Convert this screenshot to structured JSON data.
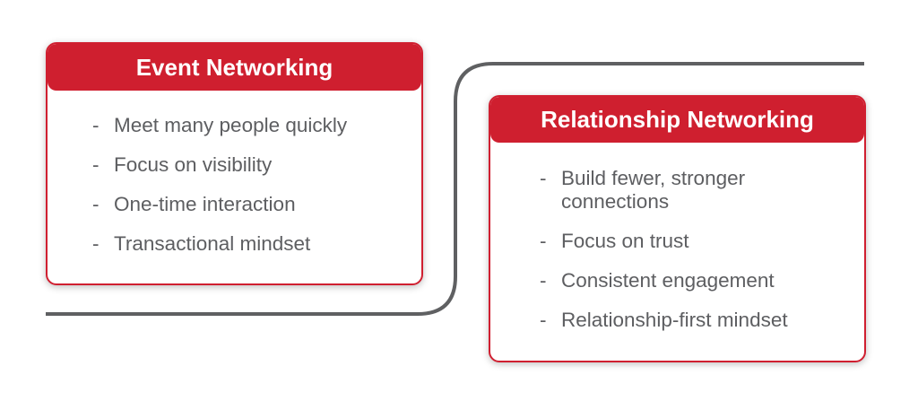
{
  "colors": {
    "accent": "#cf1f2f",
    "text": "#5d5e61",
    "line": "#5f6062"
  },
  "event": {
    "title": "Event Networking",
    "items": [
      "Meet many people quickly",
      "Focus on visibility",
      "One-time interaction",
      "Transactional mindset"
    ]
  },
  "relationship": {
    "title": "Relationship Networking",
    "items": [
      "Build fewer, stronger connections",
      "Focus on trust",
      "Consistent engagement",
      "Relationship-first mindset"
    ]
  },
  "bullet": "-"
}
